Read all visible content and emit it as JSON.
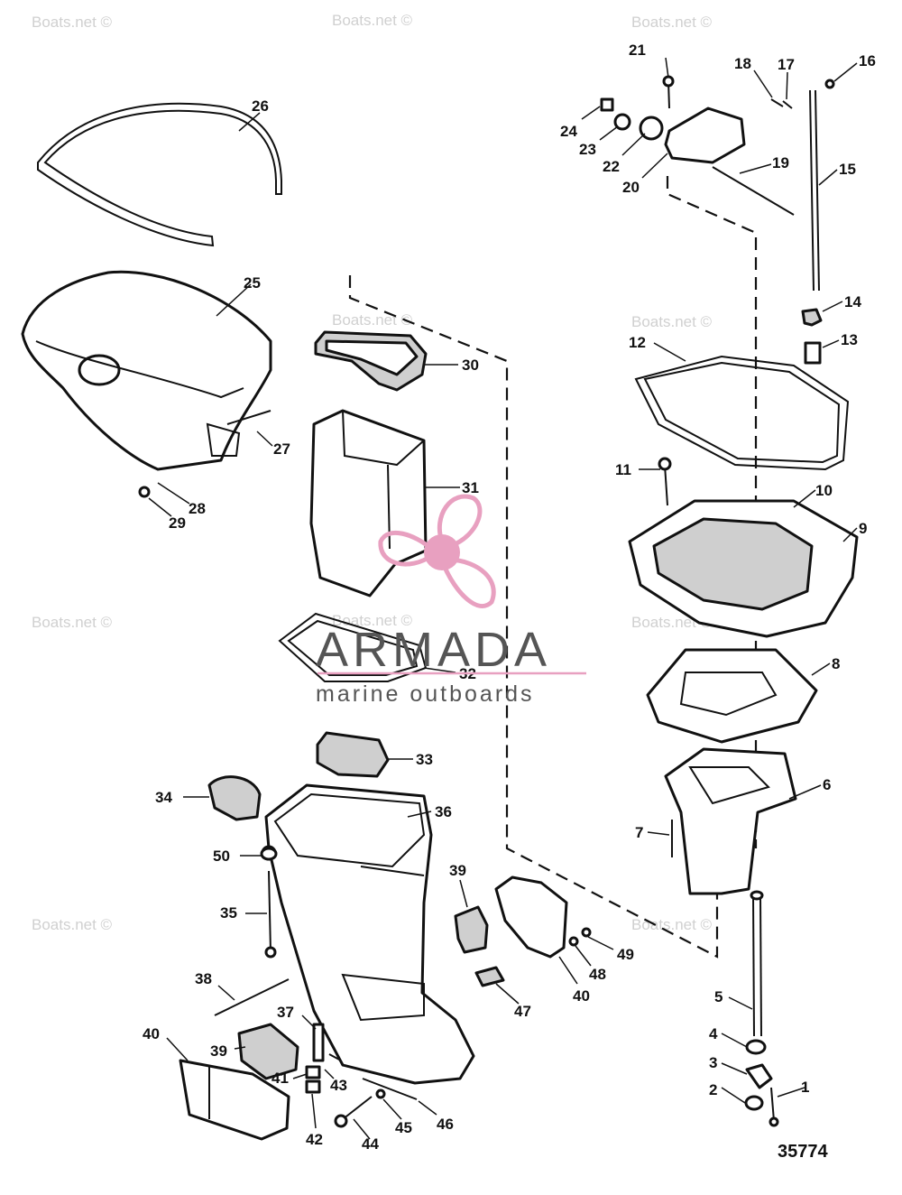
{
  "diagram": {
    "callouts": [
      {
        "id": "c1",
        "label": "1"
      },
      {
        "id": "c2",
        "label": "2"
      },
      {
        "id": "c3",
        "label": "3"
      },
      {
        "id": "c4",
        "label": "4"
      },
      {
        "id": "c5",
        "label": "5"
      },
      {
        "id": "c6",
        "label": "6"
      },
      {
        "id": "c7",
        "label": "7"
      },
      {
        "id": "c8",
        "label": "8"
      },
      {
        "id": "c9",
        "label": "9"
      },
      {
        "id": "c10",
        "label": "10"
      },
      {
        "id": "c11",
        "label": "11"
      },
      {
        "id": "c12",
        "label": "12"
      },
      {
        "id": "c13",
        "label": "13"
      },
      {
        "id": "c14",
        "label": "14"
      },
      {
        "id": "c15",
        "label": "15"
      },
      {
        "id": "c16",
        "label": "16"
      },
      {
        "id": "c17",
        "label": "17"
      },
      {
        "id": "c18",
        "label": "18"
      },
      {
        "id": "c19",
        "label": "19"
      },
      {
        "id": "c20",
        "label": "20"
      },
      {
        "id": "c21",
        "label": "21"
      },
      {
        "id": "c22",
        "label": "22"
      },
      {
        "id": "c23",
        "label": "23"
      },
      {
        "id": "c24",
        "label": "24"
      },
      {
        "id": "c25",
        "label": "25"
      },
      {
        "id": "c26",
        "label": "26"
      },
      {
        "id": "c27",
        "label": "27"
      },
      {
        "id": "c28",
        "label": "28"
      },
      {
        "id": "c29",
        "label": "29"
      },
      {
        "id": "c30",
        "label": "30"
      },
      {
        "id": "c31",
        "label": "31"
      },
      {
        "id": "c32",
        "label": "32"
      },
      {
        "id": "c33",
        "label": "33"
      },
      {
        "id": "c34",
        "label": "34"
      },
      {
        "id": "c35",
        "label": "35"
      },
      {
        "id": "c36",
        "label": "36"
      },
      {
        "id": "c37",
        "label": "37"
      },
      {
        "id": "c38",
        "label": "38"
      },
      {
        "id": "c39a",
        "label": "39"
      },
      {
        "id": "c39b",
        "label": "39"
      },
      {
        "id": "c40a",
        "label": "40"
      },
      {
        "id": "c40b",
        "label": "40"
      },
      {
        "id": "c41",
        "label": "41"
      },
      {
        "id": "c42",
        "label": "42"
      },
      {
        "id": "c43",
        "label": "43"
      },
      {
        "id": "c44",
        "label": "44"
      },
      {
        "id": "c45",
        "label": "45"
      },
      {
        "id": "c46",
        "label": "46"
      },
      {
        "id": "c47",
        "label": "47"
      },
      {
        "id": "c48",
        "label": "48"
      },
      {
        "id": "c49",
        "label": "49"
      },
      {
        "id": "c50",
        "label": "50"
      }
    ],
    "drawing_number": "35774"
  },
  "watermark": {
    "text": "Boats.net ©",
    "brand_name": "ARMADA",
    "brand_tagline": "marine outboards",
    "brand_color": "#e8a0c0"
  }
}
